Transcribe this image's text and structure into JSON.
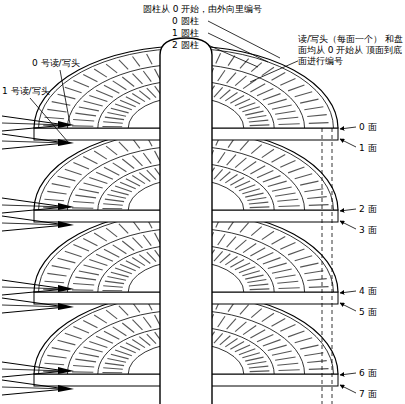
{
  "diagram": {
    "title": "圆柱从 0 开始，由外向里编号",
    "labels": [
      "0 圆柱",
      "1 圆柱",
      "2 圆柱",
      "读/写头（每面一个） 和盘面均从 0 开始从 顶面到底面进行编号",
      "0 号读/写头",
      "1 号读/写头",
      "0 面",
      "1 面",
      "2 面",
      "3 面",
      "4 面",
      "5 面",
      "6 面",
      "7 面"
    ]
  }
}
